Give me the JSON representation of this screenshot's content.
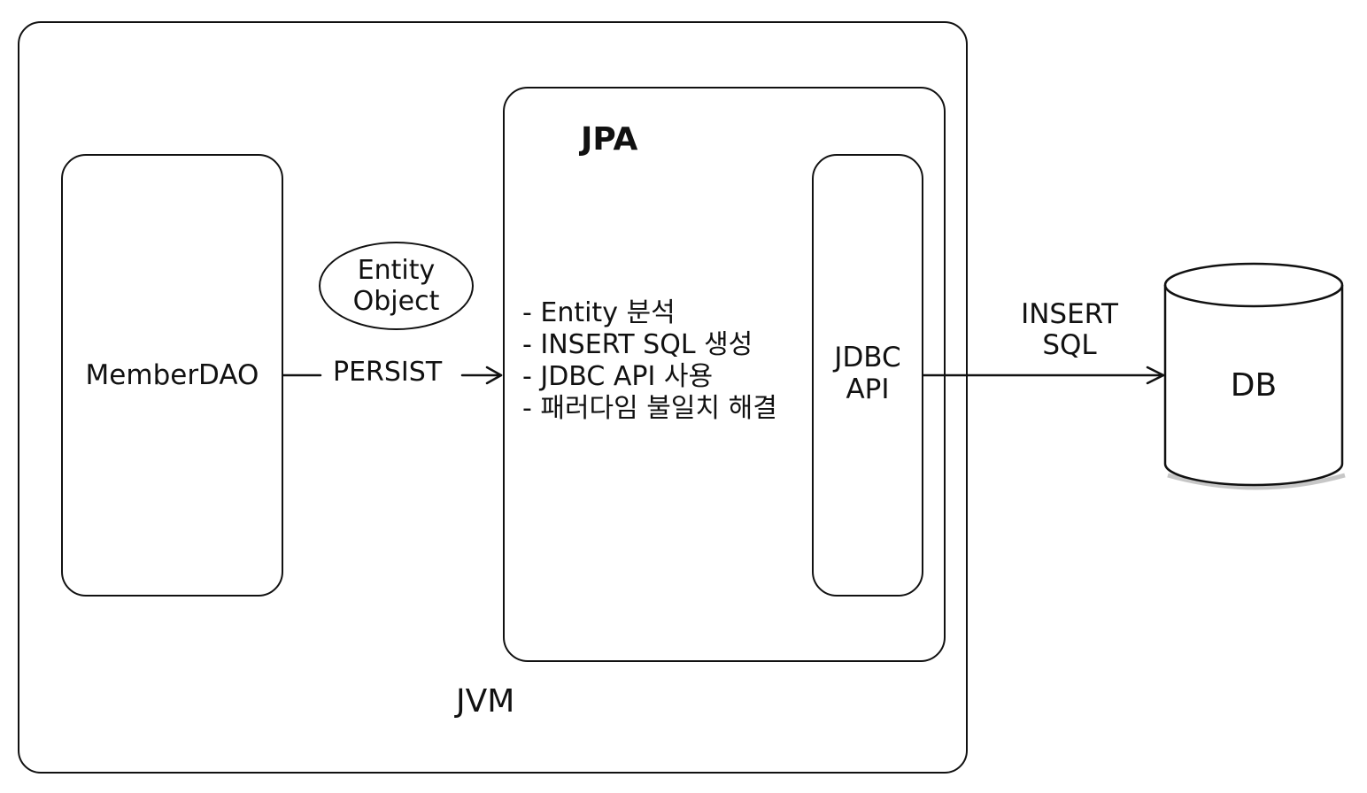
{
  "diagram": {
    "jvm": {
      "label": "JVM"
    },
    "member_dao": {
      "label": "MemberDAO"
    },
    "entity_object": {
      "line1": "Entity",
      "line2": "Object"
    },
    "persist": {
      "label": "PERSIST"
    },
    "jpa": {
      "title": "JPA",
      "tasks": [
        "- Entity 분석",
        "- INSERT SQL 생성",
        "- JDBC API 사용",
        "- 패러다임 불일치 해결"
      ]
    },
    "jdbc_api": {
      "line1": "JDBC",
      "line2": "API"
    },
    "insert_sql": {
      "line1": "INSERT",
      "line2": "SQL"
    },
    "db": {
      "label": "DB"
    }
  }
}
